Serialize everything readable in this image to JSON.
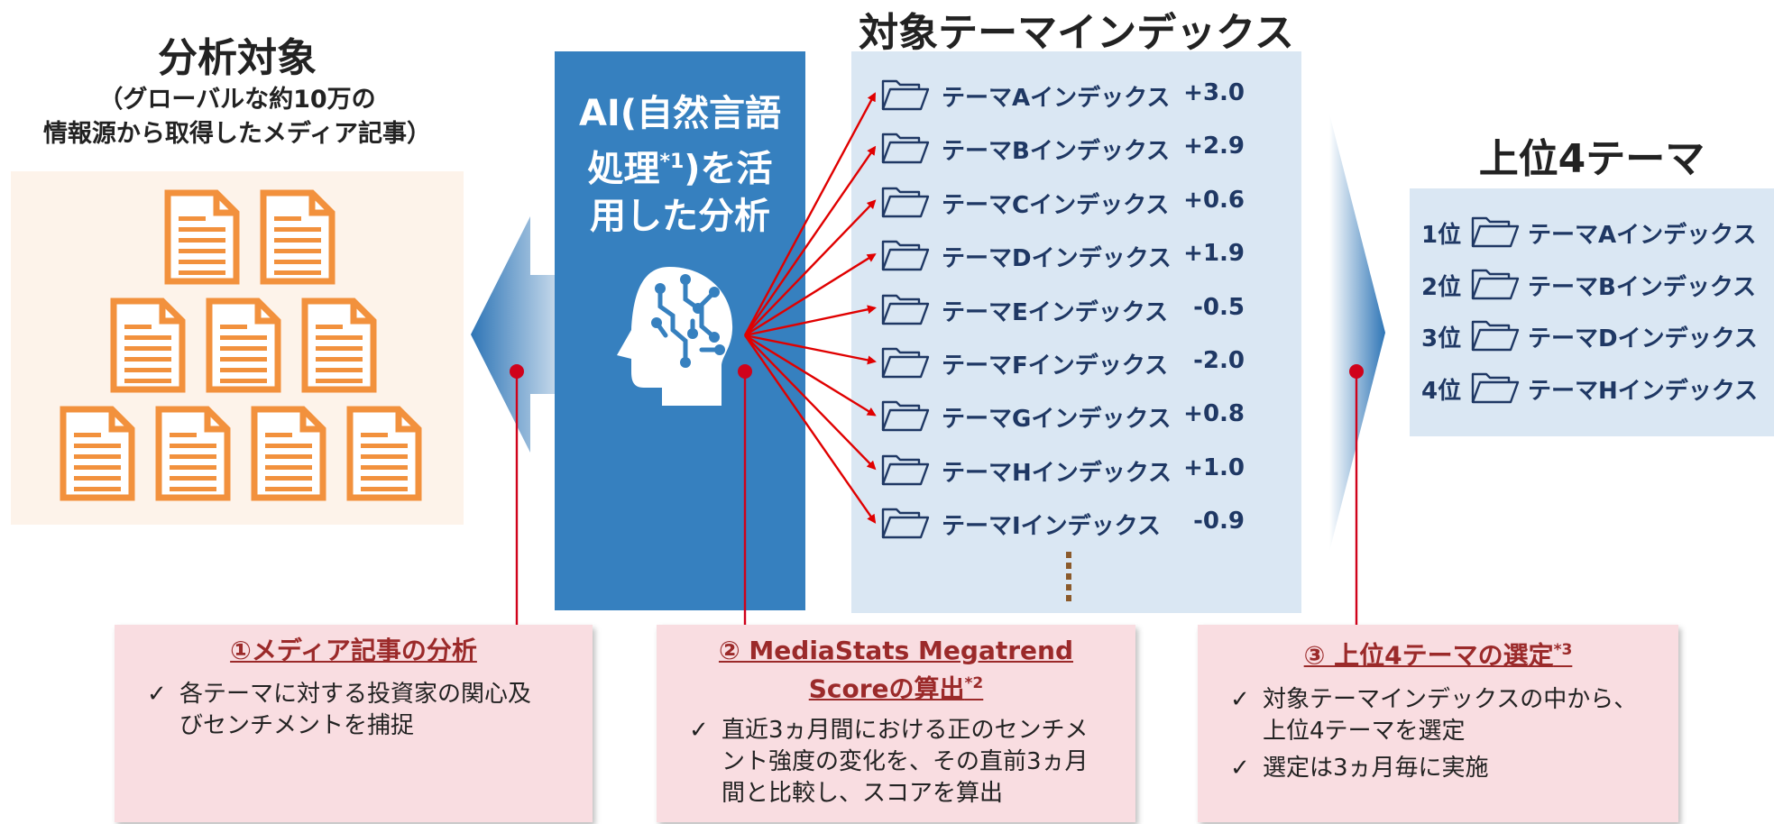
{
  "analysis": {
    "title": "分析対象",
    "subtitle_line1": "（グローバルな約10万の",
    "subtitle_line2": "情報源から取得したメディア記事）",
    "document_icon": "document-icon"
  },
  "ai": {
    "line1": "AI(自然言語",
    "line2_pre": "処理",
    "line2_sup": "*1",
    "line2_post": ")を活",
    "line3": "用した分析",
    "icon": "brain-head-icon"
  },
  "themes": {
    "title": "対象テーマインデックス",
    "items": [
      {
        "name": "テーマAインデックス",
        "score": "+3.0"
      },
      {
        "name": "テーマBインデックス",
        "score": "+2.9"
      },
      {
        "name": "テーマCインデックス",
        "score": "+0.6"
      },
      {
        "name": "テーマDインデックス",
        "score": "+1.9"
      },
      {
        "name": "テーマEインデックス",
        "score": "-0.5"
      },
      {
        "name": "テーマFインデックス",
        "score": "-2.0"
      },
      {
        "name": "テーマGインデックス",
        "score": "+0.8"
      },
      {
        "name": "テーマHインデックス",
        "score": "+1.0"
      },
      {
        "name": "テーマIインデックス",
        "score": "-0.9"
      }
    ],
    "folder_icon": "folder-icon"
  },
  "top": {
    "title": "上位4テーマ",
    "items": [
      {
        "rank": "1位",
        "name": "テーマAインデックス"
      },
      {
        "rank": "2位",
        "name": "テーマBインデックス"
      },
      {
        "rank": "3位",
        "name": "テーマDインデックス"
      },
      {
        "rank": "4位",
        "name": "テーマHインデックス"
      }
    ]
  },
  "notes": [
    {
      "title_line1": "①メディア記事の分析",
      "items": [
        {
          "check": "✓",
          "lines": [
            "各テーマに対する投資家の関心及",
            "びセンチメントを捕捉"
          ]
        }
      ]
    },
    {
      "title_line1": "② MediaStats Megatrend",
      "title_line2": "Scoreの算出",
      "title_sup": "*2",
      "items": [
        {
          "check": "✓",
          "lines": [
            "直近3ヵ月間における正のセンチメ",
            "ント強度の変化を、その直前3ヵ月",
            "間と比較し、スコアを算出"
          ]
        }
      ]
    },
    {
      "title_line1": "③ 上位4テーマの選定",
      "title_sup": "*3",
      "items": [
        {
          "check": "✓",
          "lines": [
            "対象テーマインデックスの中から、",
            "上位4テーマを選定"
          ]
        },
        {
          "check": "✓",
          "lines": [
            "選定は3ヵ月毎に実施"
          ]
        }
      ]
    }
  ],
  "colors": {
    "ai_blue": "#3680bf",
    "panel_blue": "#dae7f3",
    "doc_orange": "#f2913d",
    "arrow_red": "#e00000",
    "note_pink": "#f9dde1",
    "note_title_red": "#9b2a2a",
    "theme_navy": "#1f3864"
  }
}
